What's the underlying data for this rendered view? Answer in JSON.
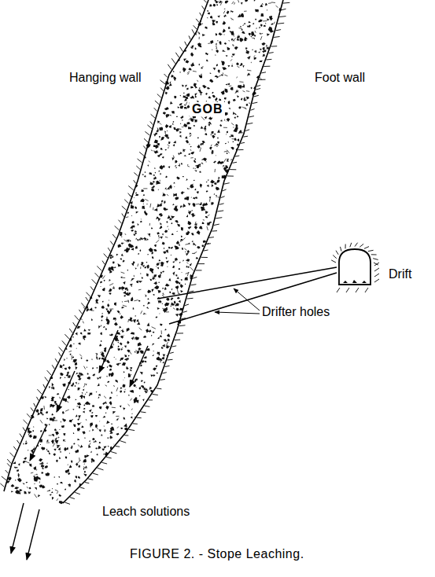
{
  "diagram": {
    "caption": "FIGURE 2. - Stope Leaching.",
    "nodes": [
      {
        "text": [
          "GOB"
        ]
      },
      {
        "text": [
          "Drift"
        ]
      }
    ],
    "edges": [
      {
        "from": 1,
        "to": 0,
        "arrow": "none"
      },
      {
        "from": 1,
        "to": 0,
        "arrow": "none"
      }
    ],
    "labels": [
      "Hanging wall",
      "Foot wall",
      "Drifter holes",
      "Leach solutions"
    ]
  }
}
